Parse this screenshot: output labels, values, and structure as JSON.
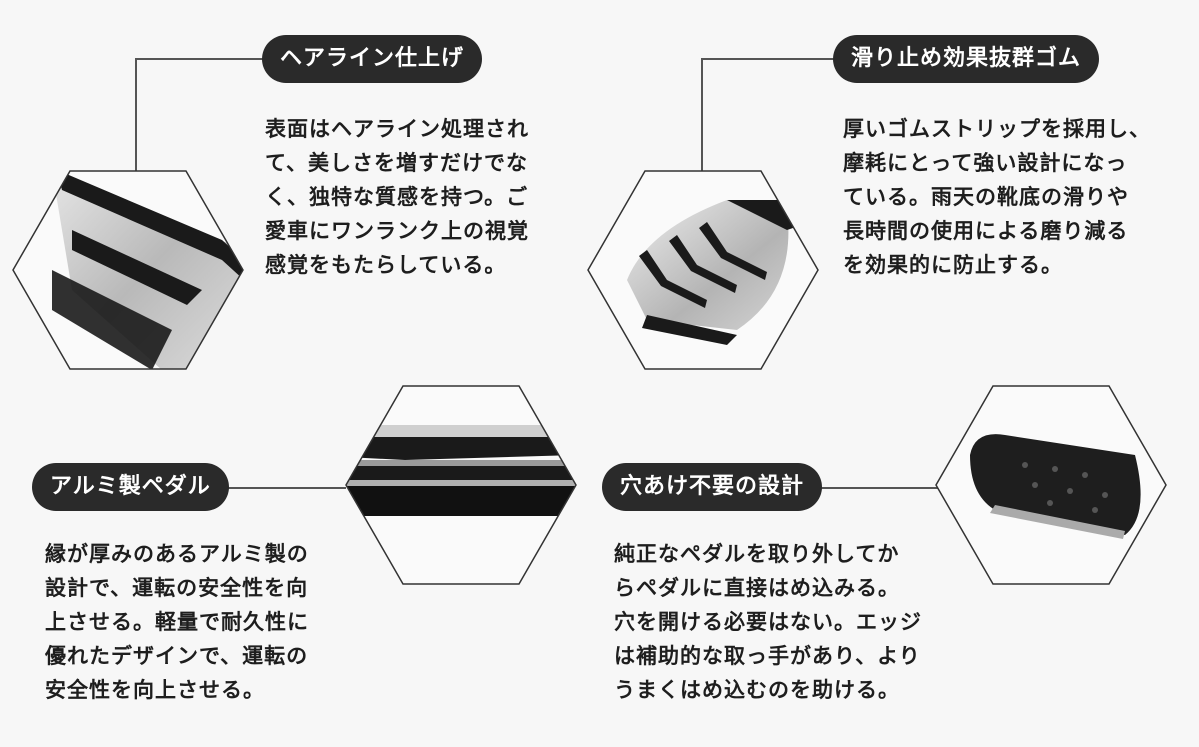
{
  "features": [
    {
      "title": "ヘアライン仕上げ",
      "lines": [
        "表面はヘアライン処理され",
        "て、美しさを増すだけでな",
        "く、独特な質感を持つ。ご",
        "愛車にワンランク上の視覚",
        "感覚をもたらしている。"
      ]
    },
    {
      "title": "滑り止め効果抜群ゴム",
      "lines": [
        "厚いゴムストリップを採用し、",
        "摩耗にとって強い設計になっ",
        "ている。雨天の靴底の滑りや",
        "長時間の使用による磨り減る",
        "を効果的に防止する。"
      ]
    },
    {
      "title": "アルミ製ペダル",
      "lines": [
        "縁が厚みのあるアルミ製の",
        "設計で、運転の安全性を向",
        "上させる。軽量で耐久性に",
        "優れたデザインで、運転の",
        "安全性を向上させる。"
      ]
    },
    {
      "title": "穴あけ不要の設計",
      "lines": [
        "純正なペダルを取り外してか",
        "らペダルに直接はめ込みる。",
        "穴を開ける必要はない。エッジ",
        "は補助的な取っ手があり、より",
        "うまくはめ込むのを助ける。"
      ]
    }
  ],
  "colors": {
    "pill_bg": "#2a2a2a",
    "pill_text": "#ffffff",
    "text": "#1e1e1e",
    "background": "#f7f7f7",
    "rubber": "#1a1a1a",
    "steel": "#c8c8c8"
  }
}
